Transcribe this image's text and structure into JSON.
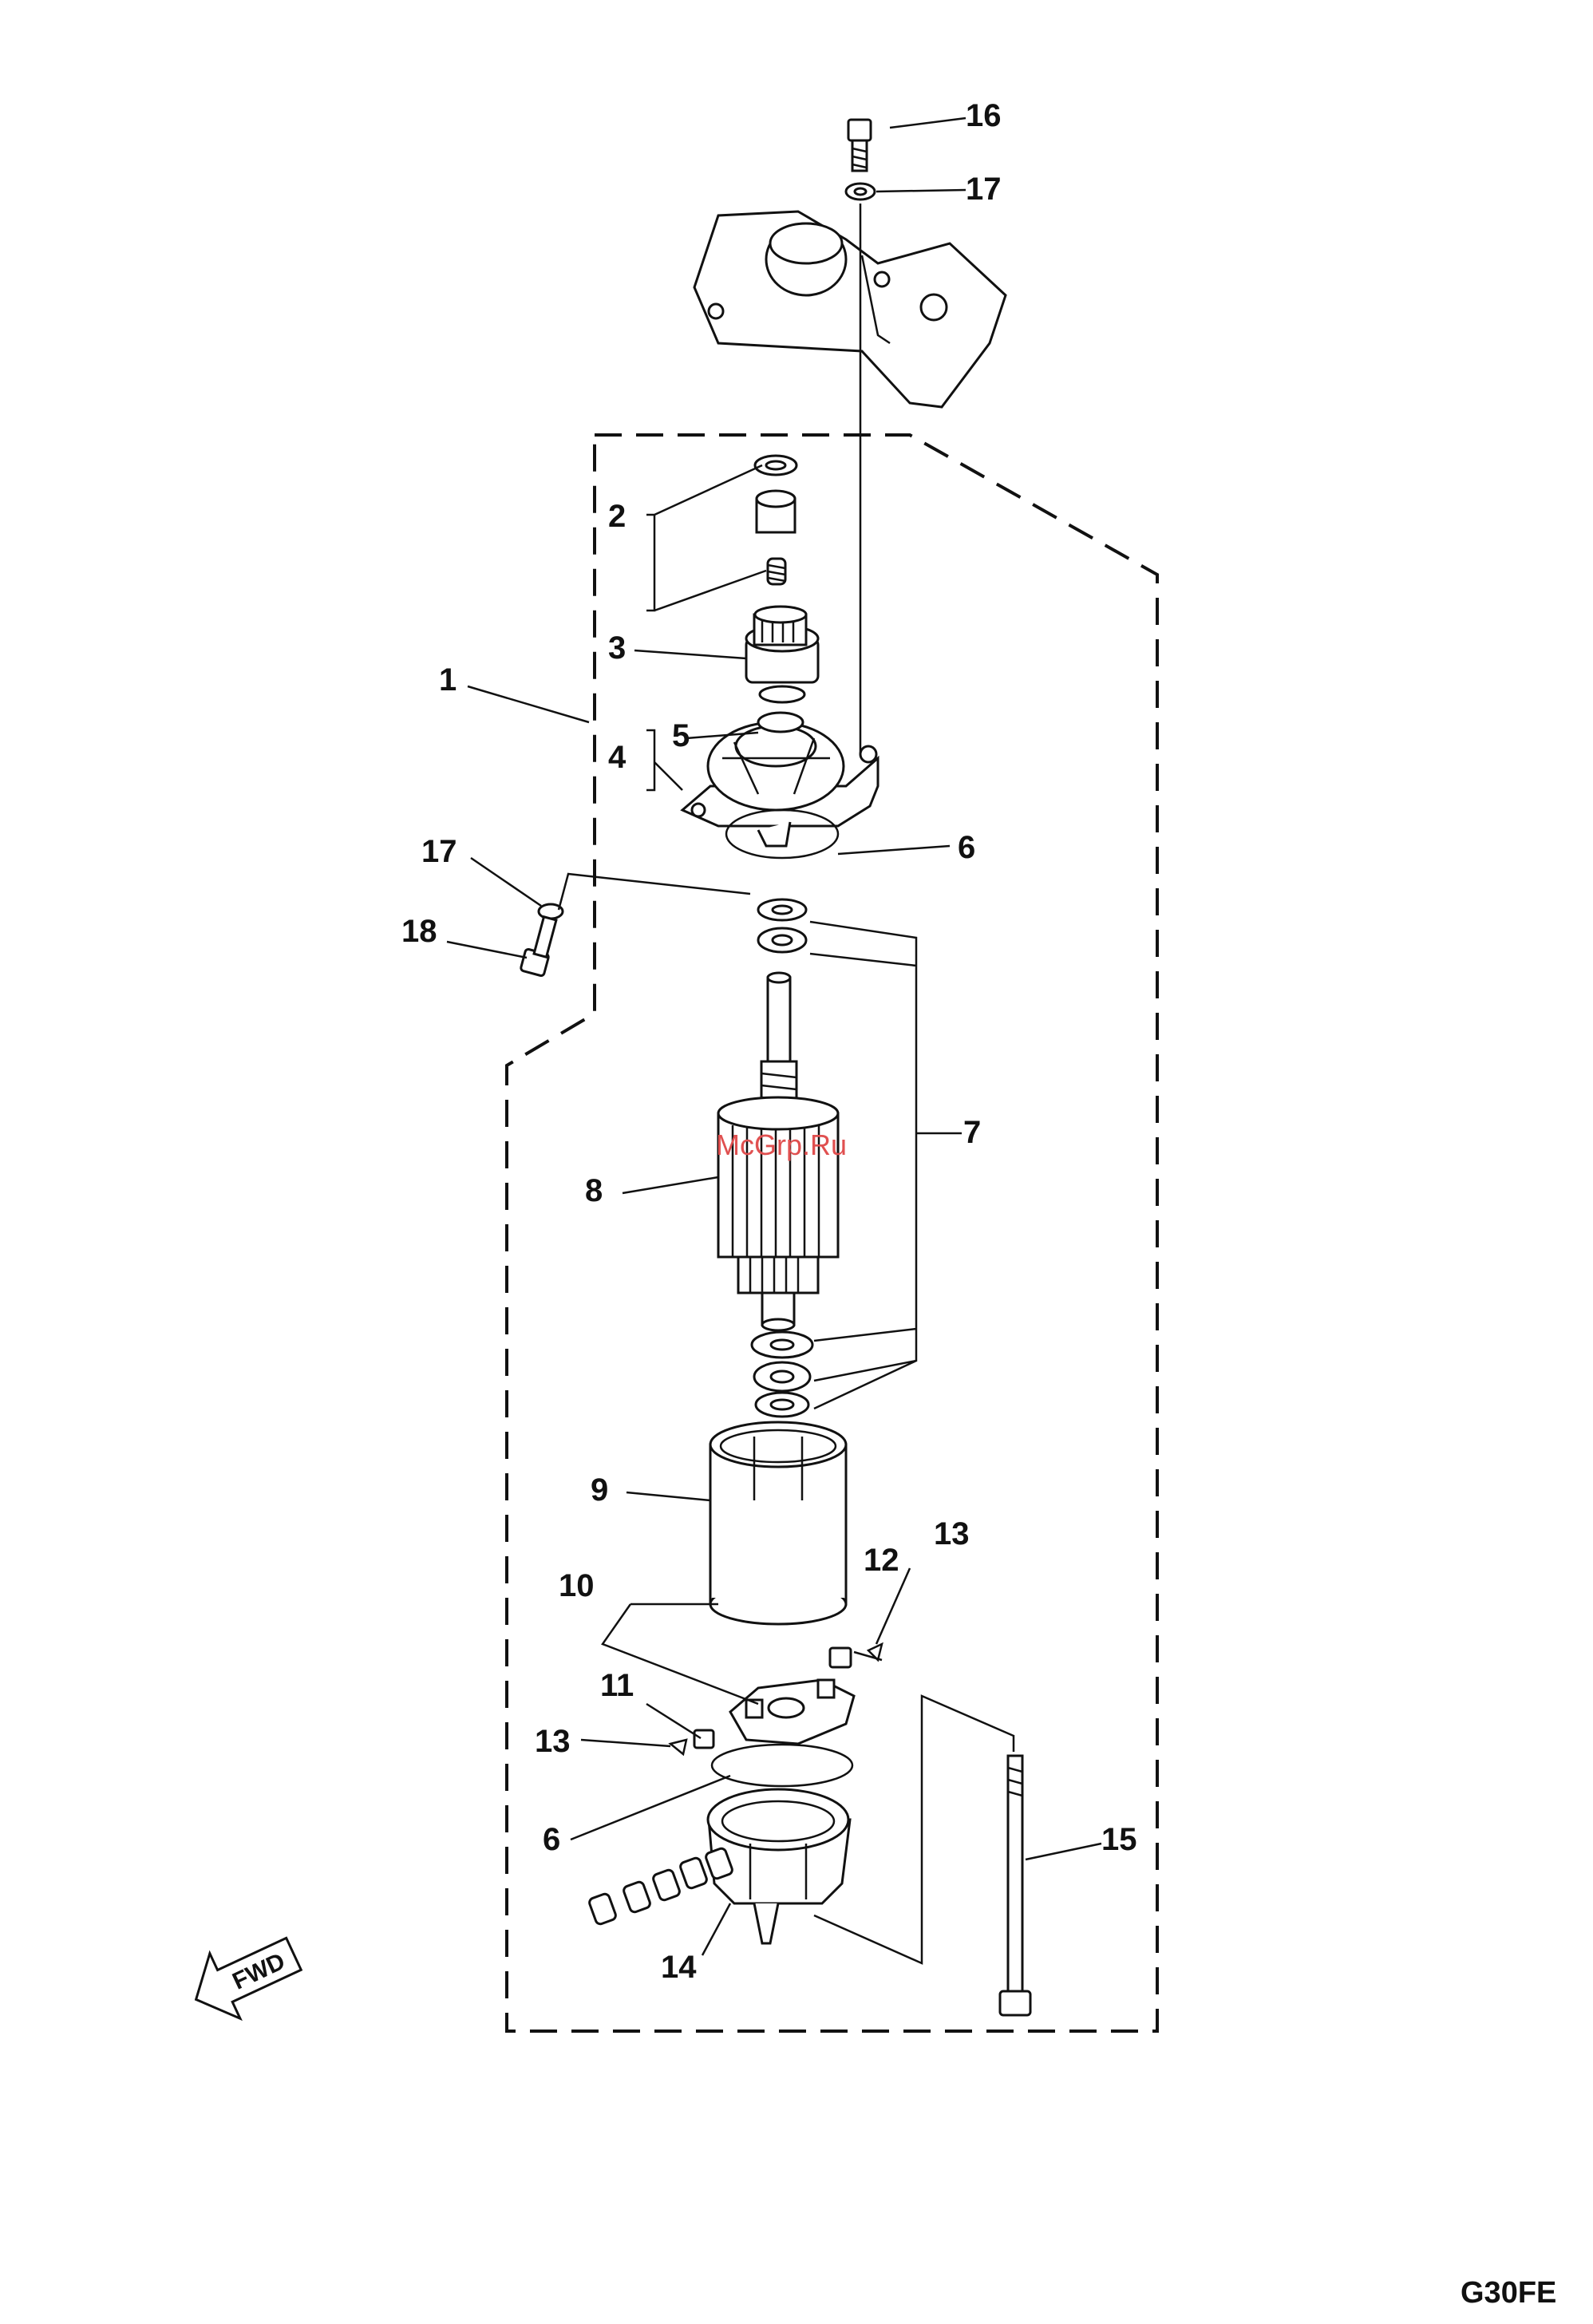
{
  "callouts": [
    {
      "id": "1",
      "text": "1"
    },
    {
      "id": "2",
      "text": "2"
    },
    {
      "id": "3",
      "text": "3"
    },
    {
      "id": "4",
      "text": "4"
    },
    {
      "id": "5",
      "text": "5"
    },
    {
      "id": "6a",
      "text": "6"
    },
    {
      "id": "6b",
      "text": "6"
    },
    {
      "id": "7",
      "text": "7"
    },
    {
      "id": "8",
      "text": "8"
    },
    {
      "id": "9",
      "text": "9"
    },
    {
      "id": "10",
      "text": "10"
    },
    {
      "id": "11",
      "text": "11"
    },
    {
      "id": "12",
      "text": "12"
    },
    {
      "id": "13a",
      "text": "13"
    },
    {
      "id": "13b",
      "text": "13"
    },
    {
      "id": "14",
      "text": "14"
    },
    {
      "id": "15",
      "text": "15"
    },
    {
      "id": "16",
      "text": "16"
    },
    {
      "id": "17a",
      "text": "17"
    },
    {
      "id": "17b",
      "text": "17"
    },
    {
      "id": "18",
      "text": "18"
    }
  ],
  "direction_arrow": {
    "text": "FWD"
  },
  "watermark": "McGrp.Ru",
  "figure_code": "G30FE"
}
